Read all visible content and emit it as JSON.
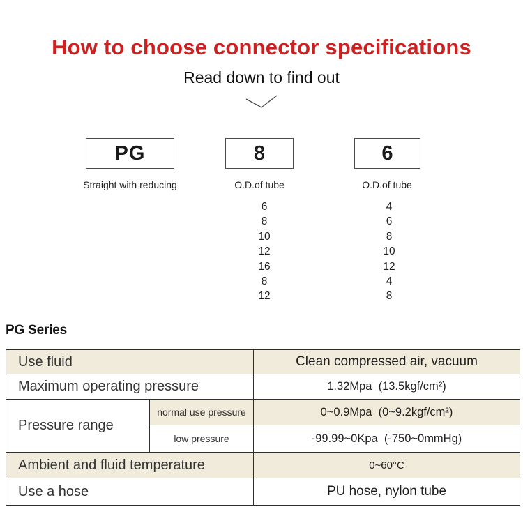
{
  "header": {
    "title": "How to choose connector specifications",
    "subtitle": "Read down to find out",
    "title_color": "#cd2121"
  },
  "diagram": {
    "boxes": [
      {
        "code": "PG",
        "label": "Straight with reducing"
      },
      {
        "code": "8",
        "label": "O.D.of tube",
        "options": [
          "6",
          "8",
          "10",
          "12",
          "16",
          "8",
          "12"
        ]
      },
      {
        "code": "6",
        "label": "O.D.of  tube",
        "options": [
          "4",
          "6",
          "8",
          "10",
          "12",
          "4",
          "8"
        ]
      }
    ]
  },
  "series": {
    "heading": "PG Series"
  },
  "spec_table": {
    "accent_bg": "#f1ebdb",
    "border_color": "#2e2e2e",
    "rows": {
      "use_fluid": {
        "label": "Use fluid",
        "value": "Clean compressed air, vacuum"
      },
      "max_pressure": {
        "label": "Maximum operating pressure",
        "value": "1.32Mpa  (13.5kgf/cm²)"
      },
      "pressure_range": {
        "label": "Pressure range",
        "normal": {
          "label": "normal use pressure",
          "value": "0~0.9Mpa  (0~9.2kgf/cm²)"
        },
        "low": {
          "label": "low pressure",
          "value": "-99.99~0Kpa  (-750~0mmHg)"
        }
      },
      "temperature": {
        "label": "Ambient and fluid temperature",
        "value": "0~60°C"
      },
      "hose": {
        "label": "Use a hose",
        "value": "PU hose, nylon tube"
      }
    }
  }
}
